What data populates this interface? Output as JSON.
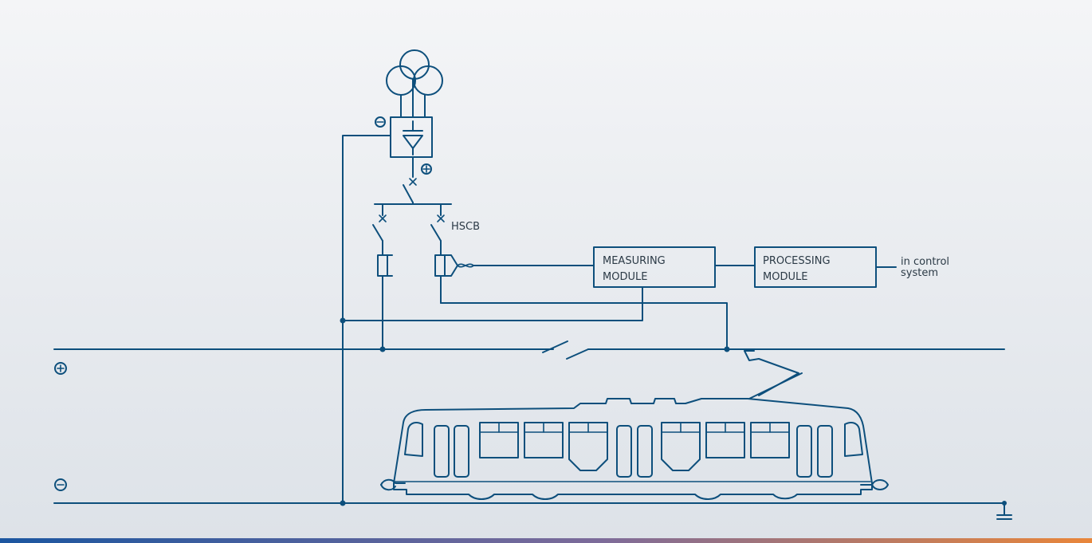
{
  "labels": {
    "hscb": "HSCB",
    "measuring_module": [
      "MEASURING",
      "MODULE"
    ],
    "processing_module": [
      "PROCESSING",
      "MODULE"
    ],
    "control_system": [
      "in control",
      "system"
    ]
  },
  "colors": {
    "line": "#0d4f7c",
    "text": "#2b3a46",
    "background_top": "#f4f5f7",
    "background_bottom": "#dde2e8",
    "bar_left": "#1b56a0",
    "bar_mid": "#7d6b9a",
    "bar_right": "#e9863a"
  },
  "icons": {
    "transformer": "three-winding-transformer-symbol",
    "rectifier": "diode-rectifier-symbol",
    "tram": "tram-outline",
    "ground": "earth-ground-symbol",
    "polarity_plus": "plus-in-circle-symbol",
    "polarity_minus": "minus-in-circle-symbol"
  }
}
